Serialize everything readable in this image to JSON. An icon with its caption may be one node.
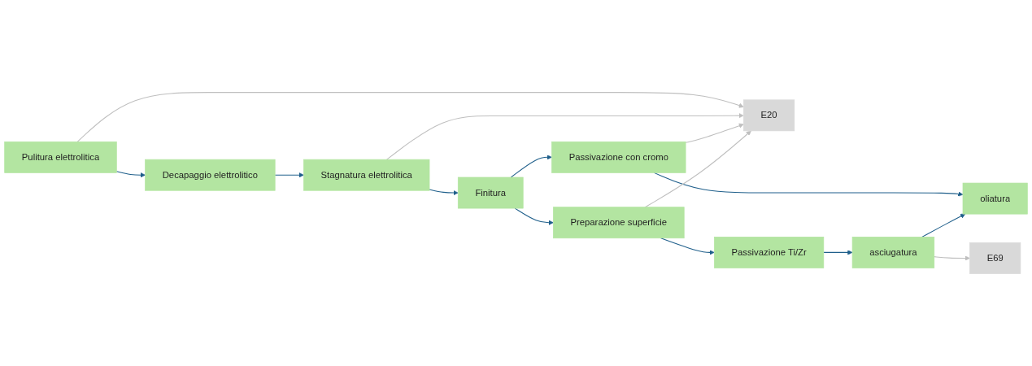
{
  "diagram": {
    "nodes": [
      {
        "text": [
          "E20"
        ]
      },
      {
        "text": [
          "Passivazione con cromo"
        ]
      },
      {
        "text": [
          "Pulitura elettrolitica"
        ]
      },
      {
        "text": [
          "Decapaggio elettrolitico"
        ]
      },
      {
        "text": [
          "Stagnatura elettrolitica"
        ]
      },
      {
        "text": [
          "Finitura"
        ]
      },
      {
        "text": [
          "oliatura"
        ]
      },
      {
        "text": [
          "Preparazione superficie"
        ]
      },
      {
        "text": [
          "Passivazione Ti/Zr"
        ]
      },
      {
        "text": [
          "E69"
        ]
      },
      {
        "text": [
          "asciugatura"
        ]
      }
    ],
    "edges": [
      {
        "from": 2,
        "to": 3,
        "arrow": "to"
      },
      {
        "from": 3,
        "to": 4,
        "arrow": "to"
      },
      {
        "from": 4,
        "to": 5,
        "arrow": "to"
      },
      {
        "from": 5,
        "to": 1,
        "arrow": "to"
      },
      {
        "from": 5,
        "to": 7,
        "arrow": "to"
      },
      {
        "from": 7,
        "to": 8,
        "arrow": "to"
      },
      {
        "from": 8,
        "to": 10,
        "arrow": "to"
      },
      {
        "from": 1,
        "to": 6,
        "arrow": "to"
      },
      {
        "from": 10,
        "to": 6,
        "arrow": "to"
      },
      {
        "from": 2,
        "to": 0,
        "arrow": "to",
        "color": "#bfbfbf"
      },
      {
        "from": 4,
        "to": 0,
        "arrow": "to",
        "color": "#bfbfbf"
      },
      {
        "from": 1,
        "to": 0,
        "arrow": "to",
        "color": "#bfbfbf"
      },
      {
        "from": 7,
        "to": 0,
        "arrow": "to",
        "color": "#bfbfbf"
      },
      {
        "from": 10,
        "to": 9,
        "arrow": "to",
        "color": "#bfbfbf"
      }
    ]
  }
}
